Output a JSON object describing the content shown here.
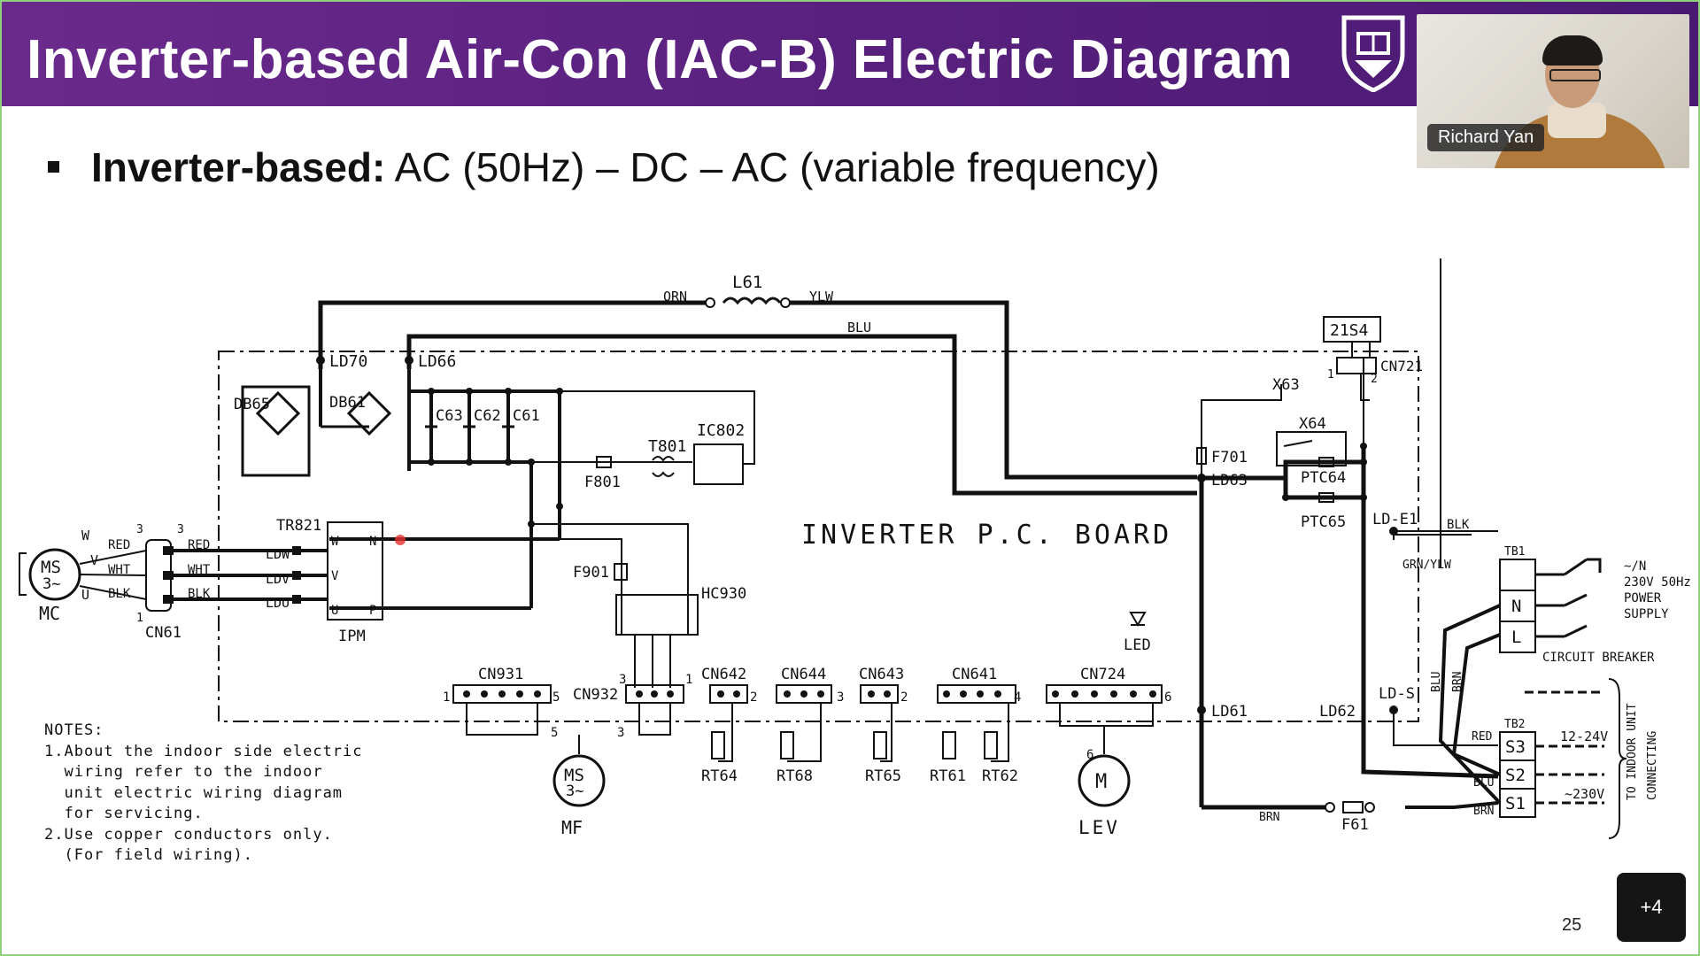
{
  "slide": {
    "title": "Inverter-based Air-Con (IAC-B) Electric Diagram",
    "bullet_bold": "Inverter-based:",
    "bullet_rest": " AC (50Hz) – DC – AC (variable frequency)",
    "page_number": "25"
  },
  "diagram": {
    "board_label": "INVERTER P.C. BOARD",
    "wires": {
      "orn": "ORN",
      "ylw": "YLW",
      "blu": "BLU",
      "red": "RED",
      "wht": "WHT",
      "blk": "BLK",
      "brn": "BRN",
      "grn_ylw": "GRN/YLW",
      "blu2": "BLU",
      "brn2": "BRN"
    },
    "components": {
      "l61": "L61",
      "ld70": "LD70",
      "ld66": "LD66",
      "db65": "DB65",
      "db61": "DB61",
      "c63": "C63",
      "c62": "C62",
      "c61": "C61",
      "ic802": "IC802",
      "t801": "T801",
      "f801": "F801",
      "tr821": "TR821",
      "ipm": "IPM",
      "cn61": "CN61",
      "mc_ms": "MS",
      "mc_3": "3~",
      "mc_label": "MC",
      "u": "U",
      "v": "V",
      "w": "W",
      "ldw": "LDW",
      "ldv": "LDV",
      "ldu": "LDU",
      "ipm_w": "W",
      "ipm_n": "N",
      "ipm_v": "V",
      "ipm_u": "U",
      "ipm_p": "P",
      "f901": "F901",
      "hc930": "HC930",
      "cn931": "CN931",
      "cn932": "CN932",
      "cn642": "CN642",
      "cn644": "CN644",
      "cn643": "CN643",
      "cn641": "CN641",
      "cn724": "CN724",
      "rt64": "RT64",
      "rt68": "RT68",
      "rt65": "RT65",
      "rt61": "RT61",
      "rt62": "RT62",
      "mf_ms": "MS",
      "mf_3": "3~",
      "mf": "MF",
      "lev_m": "M",
      "lev": "LEV",
      "led": "LED",
      "s21s4": "21S4",
      "cn721": "CN721",
      "x63": "X63",
      "x64": "X64",
      "f701": "F701",
      "ld63": "LD63",
      "ptc64": "PTC64",
      "ptc65": "PTC65",
      "ld_e1": "LD-E1",
      "ld61": "LD61",
      "ld62": "LD62",
      "ld_s": "LD-S",
      "f61": "F61",
      "tb1": "TB1",
      "tb2": "TB2",
      "n": "N",
      "l": "L",
      "s1": "S1",
      "s2": "S2",
      "s3": "S3",
      "power_1": "~/N",
      "power_2": "230V 50Hz",
      "power_3": "POWER",
      "power_4": "SUPPLY",
      "breaker": "CIRCUIT BREAKER",
      "v12_24": "12-24V",
      "v230": "~230V",
      "indoor_1": "TO INDOOR UNIT",
      "indoor_2": "CONNECTING",
      "n1": "1",
      "n2": "2",
      "n3": "3",
      "n4": "4",
      "n5": "5",
      "n6": "6"
    }
  },
  "notes": {
    "heading": "NOTES:",
    "line1": "1.About the indoor side electric",
    "line2": "  wiring refer to the indoor",
    "line3": "  unit electric wiring diagram",
    "line4": "  for servicing.",
    "line5": "2.Use copper conductors only.",
    "line6": "  (For field wiring)."
  },
  "video": {
    "participant_name": "Richard Yan"
  },
  "more_participants": "+4"
}
